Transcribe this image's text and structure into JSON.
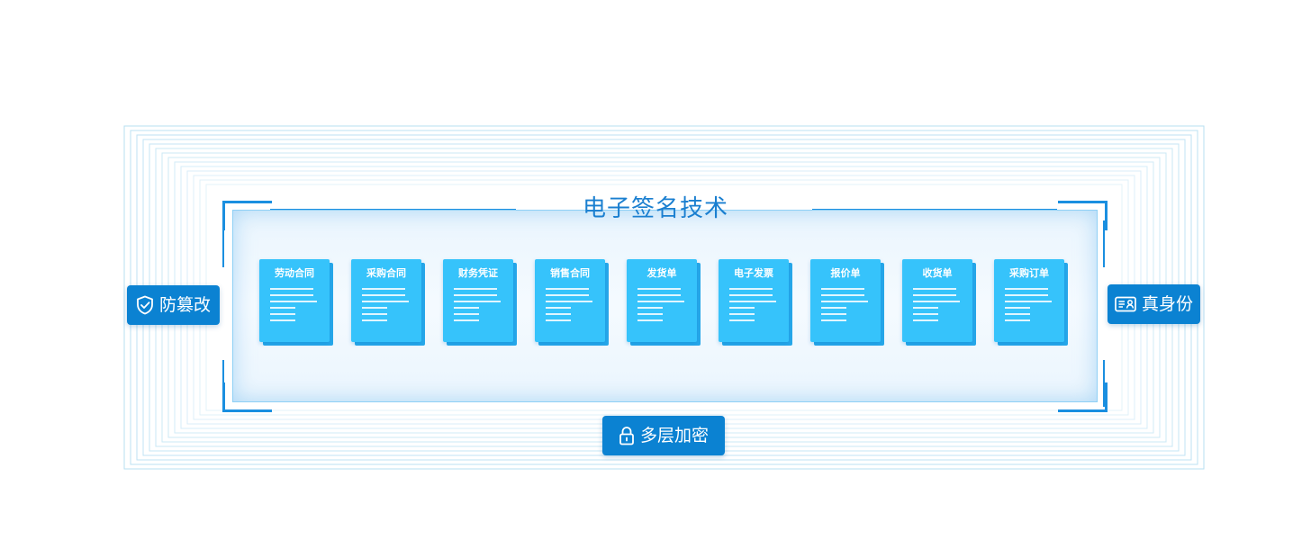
{
  "title": "电子签名技术",
  "documents": [
    {
      "label": "劳动合同"
    },
    {
      "label": "采购合同"
    },
    {
      "label": "财务凭证"
    },
    {
      "label": "销售合同"
    },
    {
      "label": "发货单"
    },
    {
      "label": "电子发票"
    },
    {
      "label": "报价单"
    },
    {
      "label": "收货单"
    },
    {
      "label": "采购订单"
    }
  ],
  "features": {
    "left": {
      "label": "防篡改",
      "icon": "shield-check-icon"
    },
    "right": {
      "label": "真身份",
      "icon": "id-card-icon"
    },
    "bottom": {
      "label": "多层加密",
      "icon": "lock-icon"
    }
  },
  "colors": {
    "accent": "#0b82d2",
    "document": "#36c3fb",
    "frame": "#1a8fe0",
    "rings": "#9fd4ee"
  }
}
